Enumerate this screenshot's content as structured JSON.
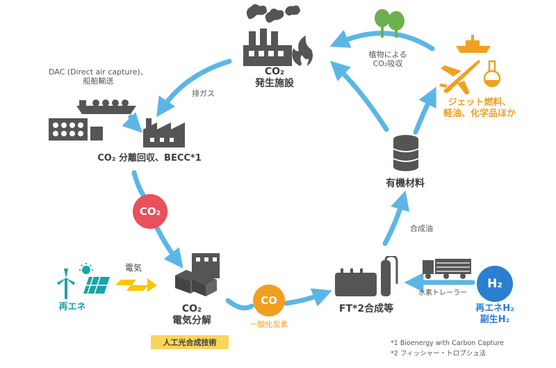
{
  "nodes": {
    "co2_source": {
      "line1": "CO₂",
      "line2": "発生施設"
    },
    "capture": {
      "label": "CO₂ 分離回収、BECC*1"
    },
    "electrolysis": {
      "line1": "CO₂",
      "line2": "電気分解"
    },
    "ft": {
      "label": "FT*2合成等"
    },
    "organic": {
      "label": "有機材料"
    },
    "products": {
      "line1": "ジェット燃料、",
      "line2": "軽油、化学品ほか"
    },
    "renewable": {
      "label": "再エネ"
    },
    "hydrogen": {
      "line1": "再エネH₂",
      "line2": "副生H₂"
    }
  },
  "edges": {
    "exhaust": "排ガス",
    "plant_absorption": {
      "line1": "植物による",
      "line2": "CO₂吸収"
    },
    "electricity": "電気",
    "synthetic_oil": "合成油",
    "hydrogen_trailer": "水素トレーラー"
  },
  "dac": {
    "line1": "DAC (Direct air capture)、",
    "line2": "船舶輸送"
  },
  "circles": {
    "co2": "CO₂",
    "co": "CO",
    "h2": "H₂"
  },
  "co_caption": "一酸化炭素",
  "tag": "人工光合成技術",
  "footnotes": [
    "*1 Bioenergy with Carbon Capture",
    "*2 フィッシャー・トロプシュ法"
  ],
  "colors": {
    "arrow": "#5bb6e6",
    "dark": "#3d3d3d",
    "orange": "#f0a020",
    "teal": "#1aa3a8",
    "co2_circle": "#e8505b",
    "co_circle": "#f0a020",
    "h2_circle": "#2a7fd0",
    "tag": "#f7d65a",
    "tree": "#6ab04c"
  }
}
